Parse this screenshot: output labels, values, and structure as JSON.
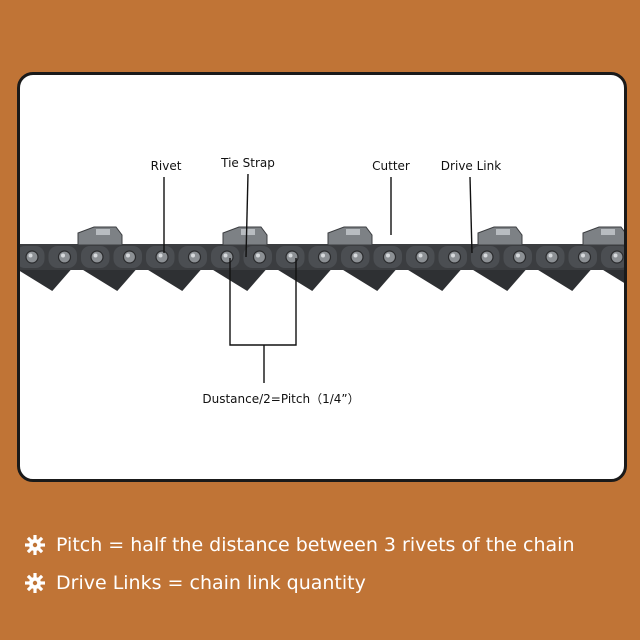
{
  "labels": {
    "rivet": "Rivet",
    "tie_strap": "Tie Strap",
    "cutter": "Cutter",
    "drive_link": "Drive Link",
    "pitch_formula": "Dustance/2=Pitch（1/4”）"
  },
  "notes": [
    {
      "icon": "gear-bullet-icon",
      "text": "Pitch = half the distance between 3 rivets of the chain"
    },
    {
      "icon": "gear-bullet-icon",
      "text": "Drive Links = chain link quantity"
    }
  ],
  "colors": {
    "background": "#c07436",
    "panel": "#ffffff",
    "chain_dark": "#3b3d40",
    "chain_light": "#8c9094"
  }
}
